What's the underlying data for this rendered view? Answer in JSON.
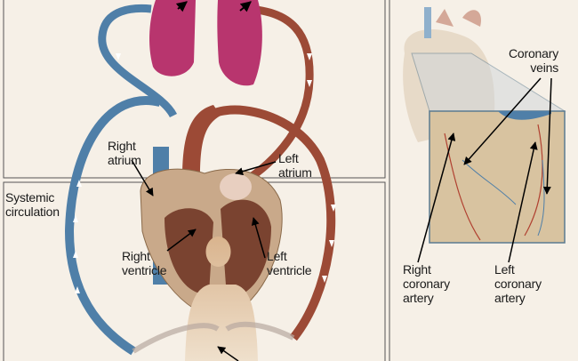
{
  "labels": {
    "right_atrium": [
      "Right",
      "atrium"
    ],
    "left_atrium": [
      "Left",
      "atrium"
    ],
    "systemic_circulation": [
      "Systemic",
      "circulation"
    ],
    "right_ventricle": [
      "Right",
      "ventricle"
    ],
    "left_ventricle": [
      "Left",
      "ventricle"
    ],
    "coronary_veins": [
      "Coronary",
      "veins"
    ],
    "right_coronary_artery": [
      "Right",
      "coronary",
      "artery"
    ],
    "left_coronary_artery": [
      "Left",
      "coronary",
      "artery"
    ]
  },
  "colors": {
    "deoxygenated": "#4f7fa8",
    "oxygenated": "#9c4a36",
    "lungs": "#b8356e",
    "heart": "#c9a98a",
    "background": "#f6f0e7"
  }
}
